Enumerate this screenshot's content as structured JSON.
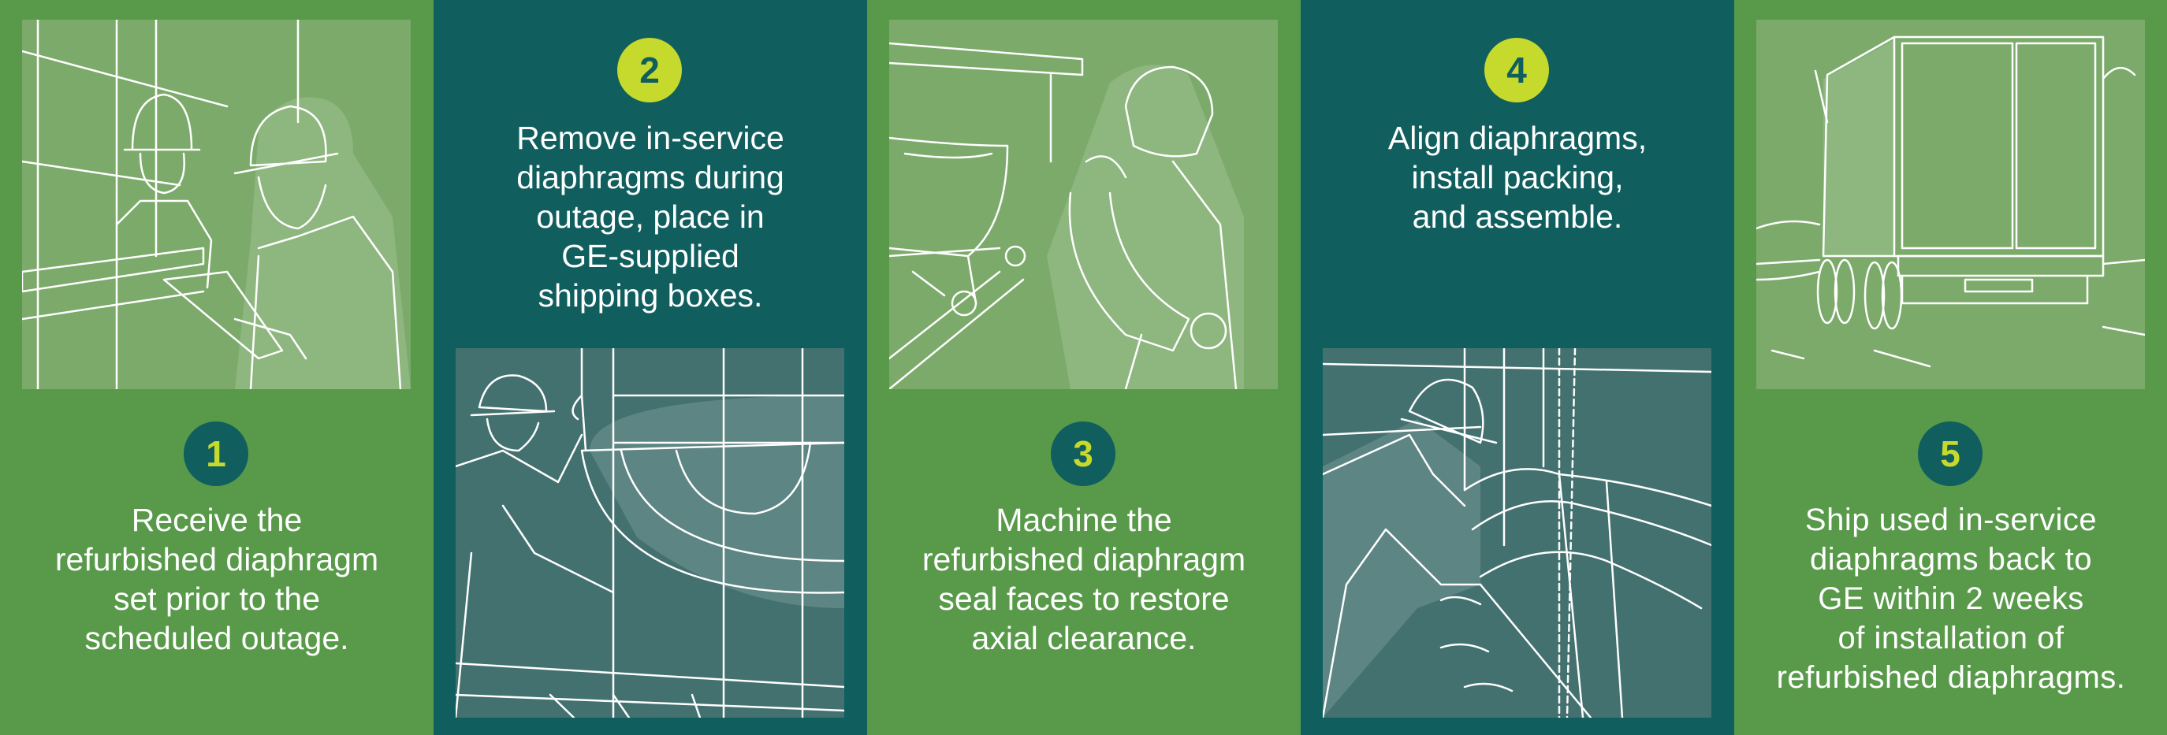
{
  "colors": {
    "green": "#589a4a",
    "teal": "#105e5e",
    "lime": "#c6d92d",
    "green_image_bg": "#7caa6b",
    "teal_image_bg": "#43716f"
  },
  "steps": [
    {
      "number": "1",
      "lines": [
        "Receive the",
        "refurbished diaphragm",
        "set prior to the",
        "scheduled outage."
      ],
      "illustration": "workers-with-clipboard"
    },
    {
      "number": "2",
      "lines": [
        "Remove in-service",
        "diaphragms during",
        "outage, place in",
        "GE-supplied",
        "shipping boxes."
      ],
      "illustration": "worker-lifting-diaphragm"
    },
    {
      "number": "3",
      "lines": [
        "Machine the",
        "refurbished diaphragm",
        "seal faces to restore",
        "axial clearance."
      ],
      "illustration": "worker-machining-diaphragm"
    },
    {
      "number": "4",
      "lines": [
        "Align diaphragms,",
        "install packing,",
        "and assemble."
      ],
      "illustration": "worker-assembling-rotor"
    },
    {
      "number": "5",
      "lines": [
        "Ship used in-service",
        "diaphragms back to",
        "GE within 2 weeks",
        "of installation of",
        "refurbished diaphragms."
      ],
      "illustration": "shipping-truck"
    }
  ]
}
